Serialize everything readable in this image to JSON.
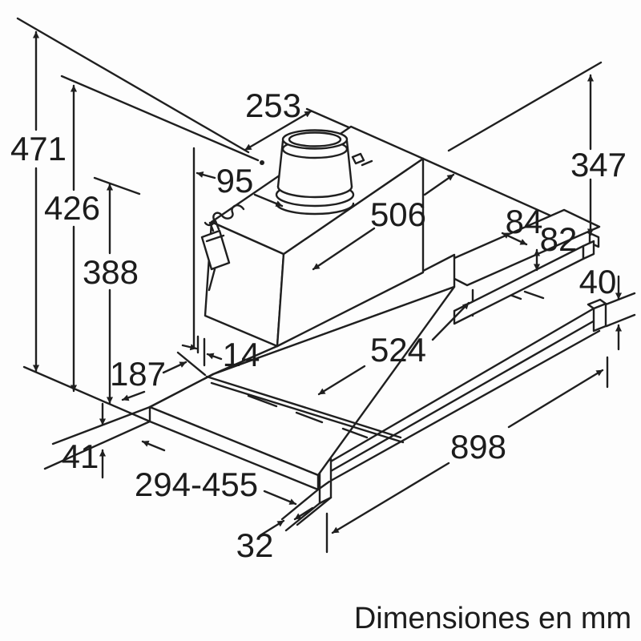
{
  "diagram": {
    "caption": "Dimensiones en mm",
    "dimensions": {
      "total_height": "471",
      "body_height": "426",
      "lower_height": "388",
      "duct_rear_offset": "253",
      "duct_side_offset": "95",
      "top_depth": "506",
      "rear_height": "347",
      "bracket_depth": "84",
      "bracket_height": "82",
      "rail_height": "40",
      "wall_clearance": "14",
      "inner_width": "524",
      "front_depth": "187",
      "bottom_width": "898",
      "visor_thickness": "41",
      "telescopic_range": "294-455",
      "end_strip_width": "32"
    }
  }
}
